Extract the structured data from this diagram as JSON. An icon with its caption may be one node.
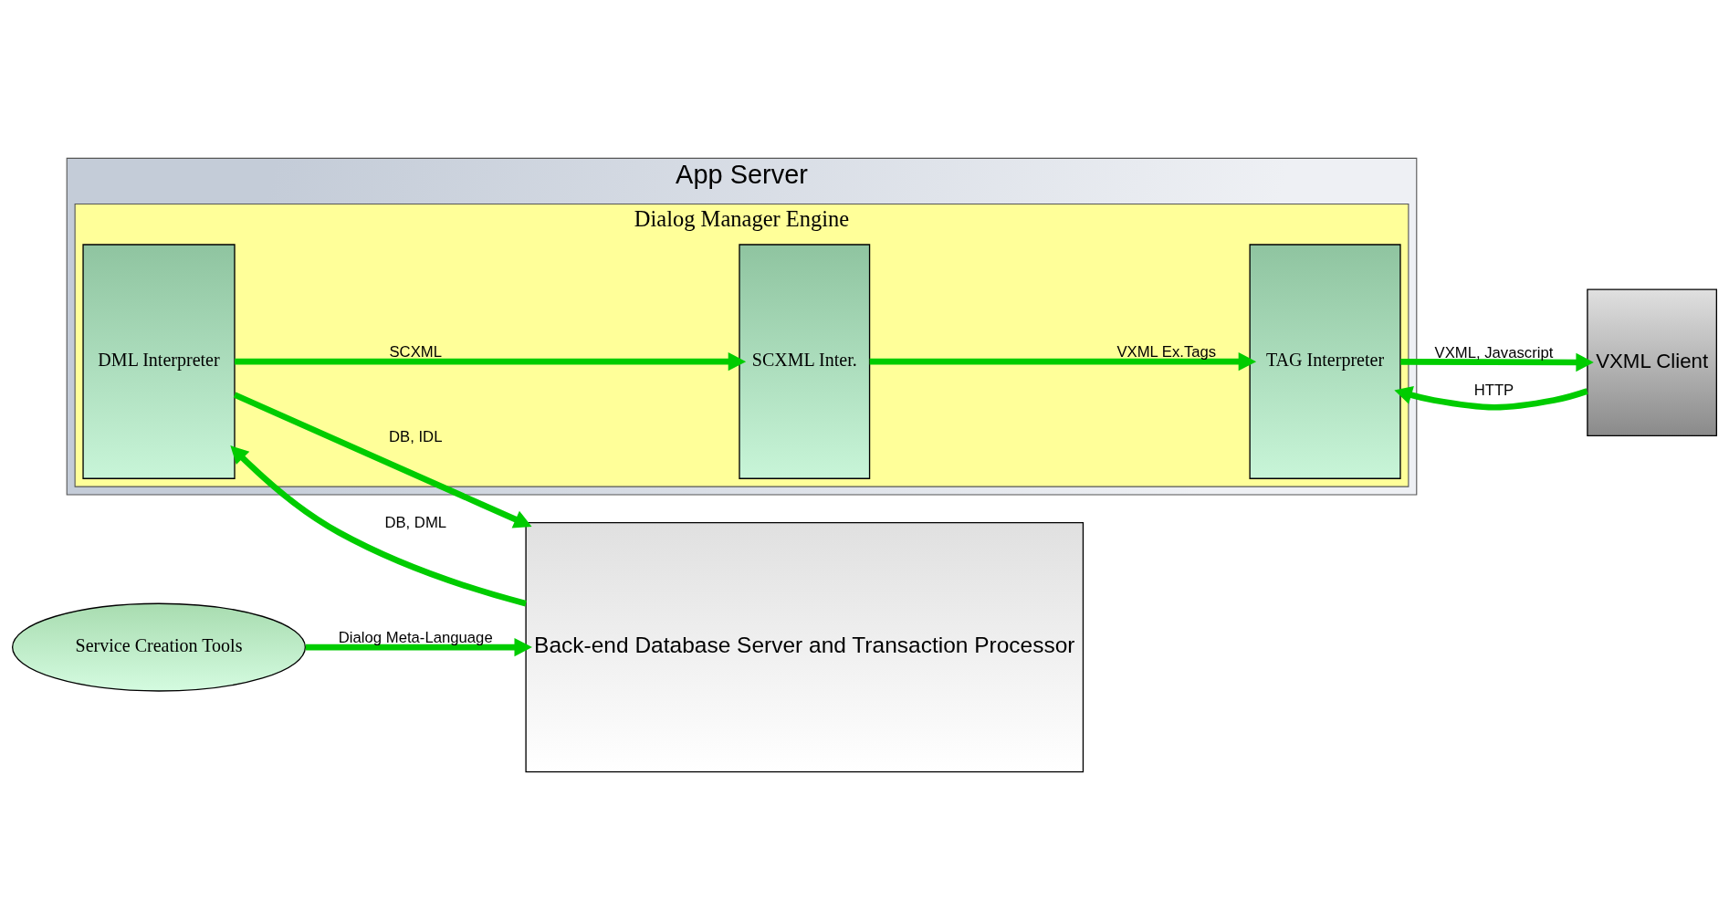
{
  "diagram": {
    "nodes": [
      {
        "text": [
          "App Server"
        ]
      },
      {
        "text": [
          "Dialog Manager Engine"
        ],
        "in": 0
      },
      {
        "text": [
          "TAG Interpreter"
        ],
        "in": 1
      },
      {
        "text": [
          "SCXML Inter."
        ],
        "in": 1
      },
      {
        "text": [
          "DML Interpreter"
        ],
        "in": 1
      },
      {
        "text": [
          "VXML Client"
        ]
      },
      {
        "text": [
          "Service Creation Tools"
        ]
      },
      {
        "text": [
          "Back-end Database Server and Transaction Processor"
        ]
      }
    ],
    "edges": [
      {
        "from": 5,
        "to": 2,
        "arrow": "to",
        "label": "HTTP"
      },
      {
        "from": 2,
        "to": 5,
        "arrow": "to",
        "label": "VXML, Javascript"
      },
      {
        "from": 3,
        "to": 2,
        "arrow": "to",
        "label": "VXML Ex.Tags"
      },
      {
        "from": 4,
        "to": 3,
        "arrow": "to",
        "label": "SCXML"
      },
      {
        "from": 4,
        "to": 7,
        "arrow": "to",
        "label": "DB, IDL"
      },
      {
        "from": 7,
        "to": 4,
        "arrow": "to",
        "label": "DB, DML"
      },
      {
        "from": 6,
        "to": 7,
        "arrow": "to",
        "label": "Dialog Meta-Language"
      }
    ]
  }
}
